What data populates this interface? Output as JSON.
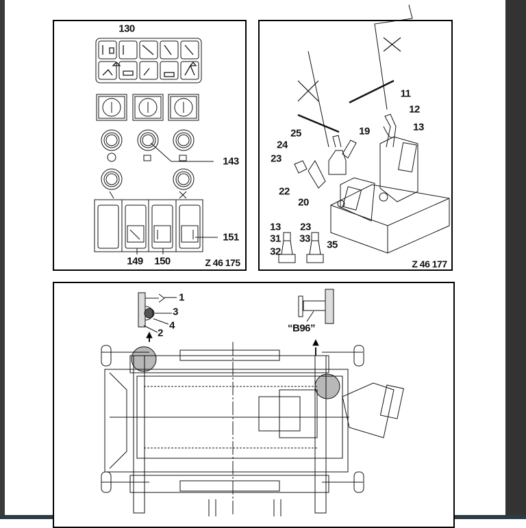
{
  "figures": [
    {
      "code": "Z 46 175",
      "callouts": [
        "130",
        "143",
        "149",
        "150",
        "151"
      ]
    },
    {
      "code": "Z 46 177",
      "callouts": [
        "11",
        "12",
        "13",
        "19",
        "25",
        "24",
        "23",
        "22",
        "20"
      ],
      "inset_callouts": [
        "13",
        "31",
        "32",
        "23",
        "33",
        "35"
      ]
    },
    {
      "callouts": [
        "1",
        "3",
        "4",
        "2"
      ],
      "detail_label": "“B96”"
    }
  ],
  "colors": {
    "viewer_background": "#333333",
    "line": "#000000"
  }
}
